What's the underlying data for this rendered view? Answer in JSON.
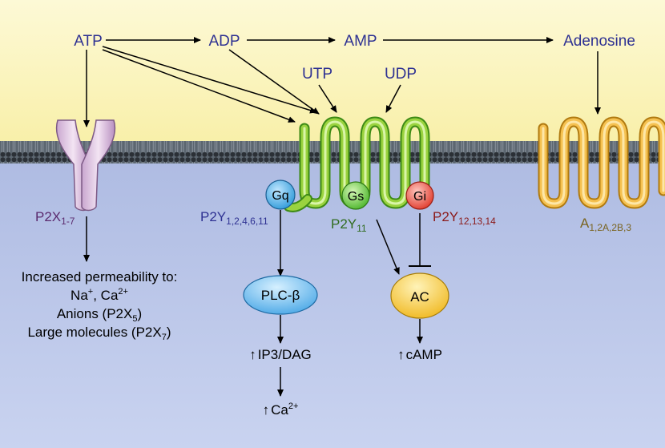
{
  "nucleotides": {
    "atp": "ATP",
    "adp": "ADP",
    "amp": "AMP",
    "adenosine": "Adenosine",
    "utp": "UTP",
    "udp": "UDP"
  },
  "receptors": {
    "p2x": {
      "base": "P2X",
      "sub": "1-7"
    },
    "p2y_gq": {
      "base": "P2Y",
      "sub": "1,2,4,6,11"
    },
    "p2y_gs": {
      "base": "P2Y",
      "sub": "11"
    },
    "p2y_gi": {
      "base": "P2Y",
      "sub": "12,13,14"
    },
    "adenosine": {
      "base": "A",
      "sub": "1,2A,2B,3"
    }
  },
  "g_proteins": {
    "gq": "Gq",
    "gs": "Gs",
    "gi": "Gi"
  },
  "effectors": {
    "plc": "PLC-β",
    "ac": "AC"
  },
  "second_messengers": {
    "ip3": "IP3/DAG",
    "camp": "cAMP",
    "ca_base": "Ca",
    "ca_sup": "2+",
    "up_arrow": "↑"
  },
  "permeability": {
    "line1": "Increased permeability to:",
    "na": "Na",
    "na_sup": "+",
    "comma": ", ",
    "ca": "Ca",
    "ca_sup": "2+",
    "anions": "Anions (P2X",
    "anions_sub": "5",
    "anions_close": ")",
    "large": "Large molecules (P2X",
    "large_sub": "7",
    "large_close": ")"
  },
  "colors": {
    "nucleotide_text": "#2e3192",
    "p2x_label": "#5b2a6e",
    "p2y_gs_label": "#2f6b1e",
    "p2y_gi_label": "#8b1a1a",
    "adenosine_label": "#7a6420",
    "bg_top": "#fdf6c0",
    "bg_bottom": "#aab8e2"
  }
}
